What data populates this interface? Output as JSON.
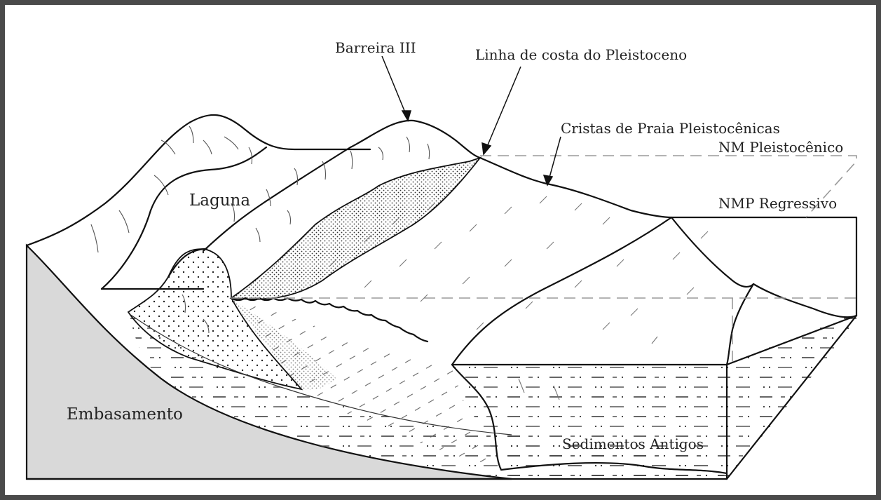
{
  "diagram": {
    "labels": {
      "barreira": "Barreira III",
      "linha_costa": "Linha de costa do Pleistoceno",
      "cristas": "Cristas de Praia Pleistocênicas",
      "nm_pleisto": "NM Pleistocênico",
      "nmp_regressivo": "NMP Regressivo",
      "laguna": "Laguna",
      "embasamento": "Embasamento",
      "sedimentos": "Sedimentos Antigos"
    },
    "colors": {
      "frame": "#4a4a4a",
      "embasamento_fill": "#d9d9d9",
      "line": "#111111",
      "dashed": "#9a9a9a"
    }
  }
}
